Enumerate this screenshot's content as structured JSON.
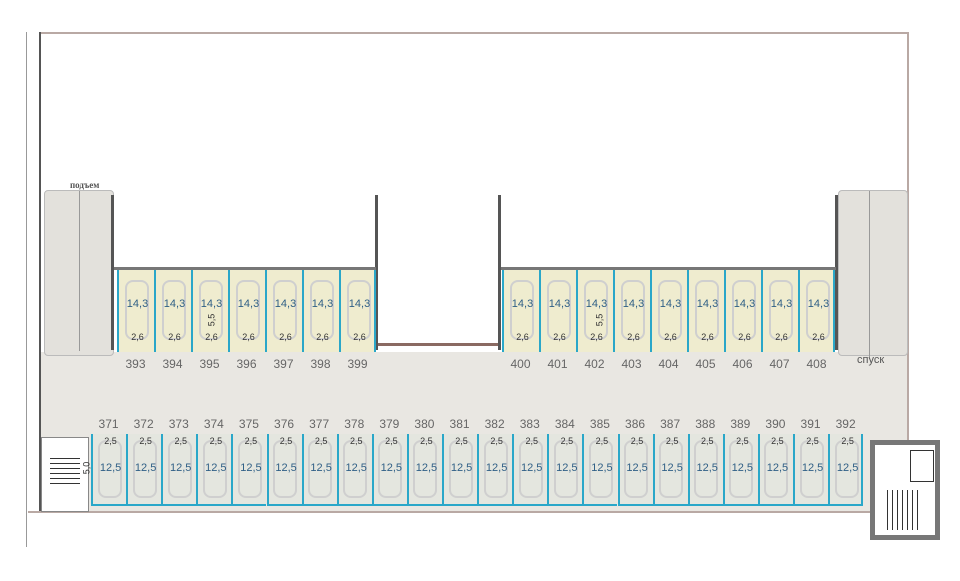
{
  "ramps": {
    "up_label": "подъем",
    "down_label": "спуск"
  },
  "top_left": {
    "spots": [
      "393",
      "394",
      "395",
      "396",
      "397",
      "398",
      "399"
    ],
    "area": "14,3",
    "width": "2,6",
    "depth": "5,5"
  },
  "top_right": {
    "spots": [
      "400",
      "401",
      "402",
      "403",
      "404",
      "405",
      "406",
      "407",
      "408"
    ],
    "area": "14,3",
    "width": "2,6",
    "depth": "5,5"
  },
  "bottom": {
    "spots": [
      "371",
      "372",
      "373",
      "374",
      "375",
      "376",
      "377",
      "378",
      "379",
      "380",
      "381",
      "382",
      "383",
      "384",
      "385",
      "386",
      "387",
      "388",
      "389",
      "390",
      "391",
      "392"
    ],
    "area": "12,5",
    "width": "2,5",
    "depth": "5,0"
  },
  "colors": {
    "spot_line": "#2aa7c9",
    "top_fill": "#efeccf",
    "bottom_fill": "#e4e6df",
    "floor": "#e9e7e2"
  }
}
